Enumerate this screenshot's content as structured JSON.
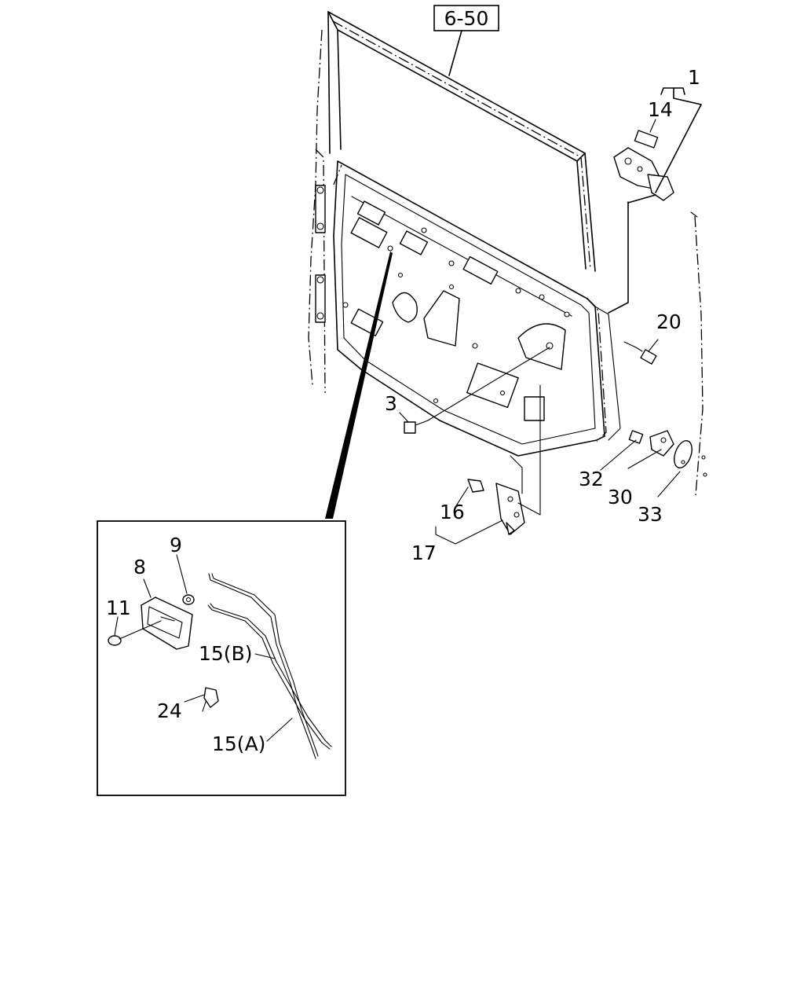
{
  "reference": "6-50",
  "callouts": {
    "c1": "1",
    "c14": "14",
    "c20": "20",
    "c3": "3",
    "c32": "32",
    "c30": "30",
    "c33": "33",
    "c16": "16",
    "c17": "17",
    "c9": "9",
    "c8": "8",
    "c11": "11",
    "c15b": "15(B)",
    "c24": "24",
    "c15a": "15(A)"
  }
}
